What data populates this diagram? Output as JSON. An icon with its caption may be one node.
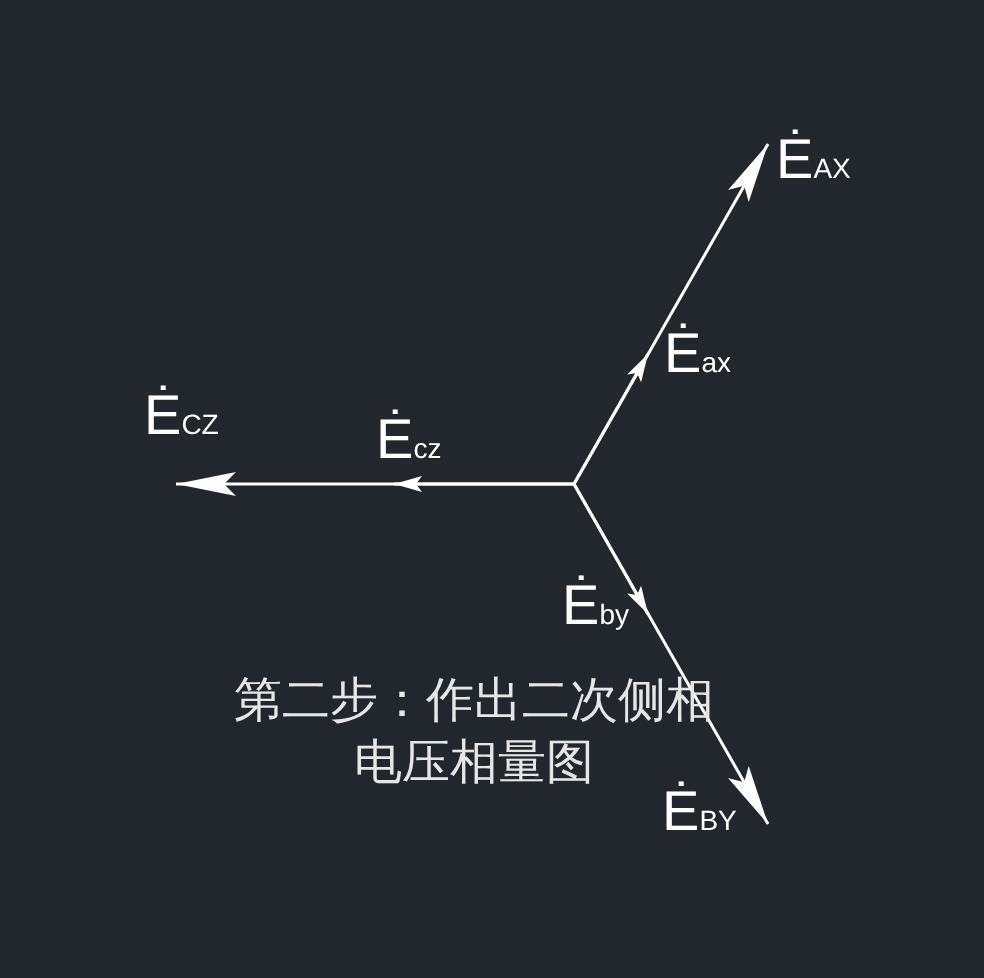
{
  "diagram": {
    "labels": [
      "Ė$_{AX}$",
      "Ė$_{ax}$",
      "Ė$_{CZ}$",
      "Ė$_{cz}$",
      "Ė$_{by}$",
      "第二步：作出二次侧相电压相量图",
      "Ė$_{BY}$"
    ]
  }
}
